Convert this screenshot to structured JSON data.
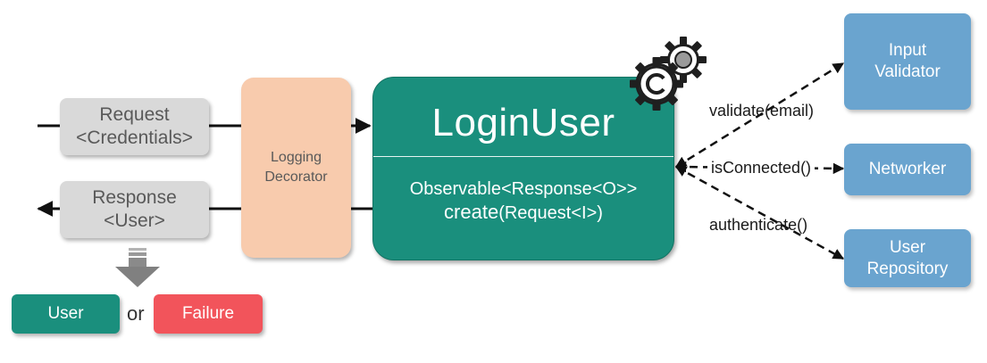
{
  "request_box": {
    "line1": "Request",
    "line2": "<Credentials>"
  },
  "response_box": {
    "line1": "Response",
    "line2": "<User>"
  },
  "decorator": {
    "line1": "Logging",
    "line2": "Decorator"
  },
  "use_case": {
    "title": "LoginUser",
    "signature_line1": "Observable<Response<O>>",
    "signature_method": "create",
    "signature_params": "(Request<I>)"
  },
  "calls": {
    "validate": "validate(email)",
    "connected": "isConnected()",
    "authenticate": "authenticate()"
  },
  "dependencies": {
    "input_validator": {
      "line1": "Input",
      "line2": "Validator"
    },
    "networker": {
      "line1": "Networker"
    },
    "user_repository": {
      "line1": "User",
      "line2": "Repository"
    }
  },
  "results": {
    "success": "User",
    "or": "or",
    "failure": "Failure"
  },
  "colors": {
    "teal": "#1a8f7d",
    "peach": "#f8cbad",
    "gray": "#d9d9d9",
    "blue": "#6aa4cf",
    "red": "#f2545b"
  },
  "icons": [
    "gears-icon",
    "down-arrow-icon"
  ]
}
